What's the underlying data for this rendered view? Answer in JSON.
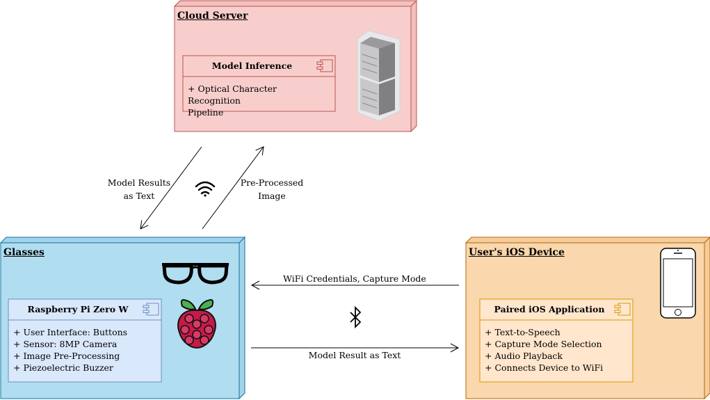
{
  "nodes": {
    "cloud": {
      "title": "Cloud Server",
      "component": {
        "name": "Model Inference",
        "attributes": [
          "+ Optical Character Recognition",
          "Pipeline"
        ]
      }
    },
    "glasses": {
      "title": "Glasses",
      "component": {
        "name": "Raspberry Pi Zero W",
        "attributes": [
          "+ User Interface: Buttons",
          "+ Sensor: 8MP Camera",
          "+ Image Pre-Processing",
          "+ Piezoelectric Buzzer"
        ]
      }
    },
    "ios": {
      "title": "User's iOS Device",
      "component": {
        "name": "Paired iOS Application",
        "attributes": [
          "+ Text-to-Speech",
          "+ Capture Mode Selection",
          "+ Audio Playback",
          "+ Connects Device to WiFi"
        ]
      }
    }
  },
  "edges": {
    "model_results": [
      "Model Results",
      "as Text"
    ],
    "preprocessed": [
      "Pre-Processed",
      "Image"
    ],
    "wifi_credentials": "WiFi Credentials, Capture Mode",
    "model_result_text": "Model Result as Text"
  },
  "icons": {
    "server": "server-rack-icon",
    "wifi": "wifi-icon",
    "glasses": "eyeglasses-icon",
    "raspberry": "raspberry-pi-icon",
    "bluetooth": "bluetooth-icon",
    "phone": "smartphone-icon",
    "component": "uml-component-icon"
  },
  "colors": {
    "cloud_fill": "#f8cecc",
    "cloud_stroke": "#b85450",
    "glasses_fill": "#b1ddf0",
    "glasses_stroke": "#10739e",
    "ios_fill": "#fad7ac",
    "ios_stroke": "#b46504",
    "comp_blue_fill": "#dae8fc",
    "comp_blue_stroke": "#6c8ebf",
    "comp_orange_fill": "#ffe6cc",
    "comp_orange_stroke": "#d79b00"
  }
}
